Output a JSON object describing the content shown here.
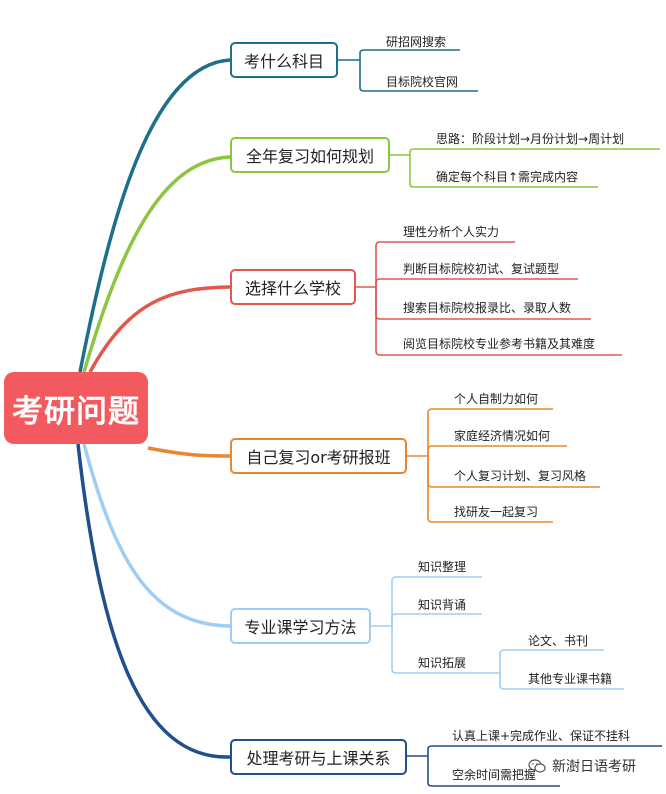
{
  "root": {
    "label": "考研问题",
    "color": "#f25a5f"
  },
  "branches": [
    {
      "label": "考什么科目",
      "color": "#1d6f8a",
      "leaves": [
        "研招网搜索",
        "目标院校官网"
      ]
    },
    {
      "label": "全年复习如何规划",
      "color": "#8cc63f",
      "leaves": [
        "思路：阶段计划→月份计划→周计划",
        "确定每个科目↑需完成内容"
      ]
    },
    {
      "label": "选择什么学校",
      "color": "#e0584e",
      "leaves": [
        "理性分析个人实力",
        "判断目标院校初试、复试题型",
        "搜索目标院校报录比、录取人数",
        "阅览目标院校专业参考书籍及其难度"
      ]
    },
    {
      "label": "自己复习or考研报班",
      "color": "#e8872e",
      "leaves": [
        "个人自制力如何",
        "家庭经济情况如何",
        "个人复习计划、复习风格",
        "找研友一起复习"
      ]
    },
    {
      "label": "专业课学习方法",
      "color": "#9fcdf6",
      "leaves": [
        "知识整理",
        "知识背诵",
        "知识拓展"
      ],
      "subleaves": [
        "论文、书刊",
        "其他专业课书籍"
      ]
    },
    {
      "label": "处理考研与上课关系",
      "color": "#1f4f8c",
      "leaves": [
        "认真上课+完成作业、保证不挂科",
        "空余时间需把握"
      ]
    }
  ],
  "watermark": {
    "text": "新澍日语考研",
    "icon": "wechat-icon"
  }
}
